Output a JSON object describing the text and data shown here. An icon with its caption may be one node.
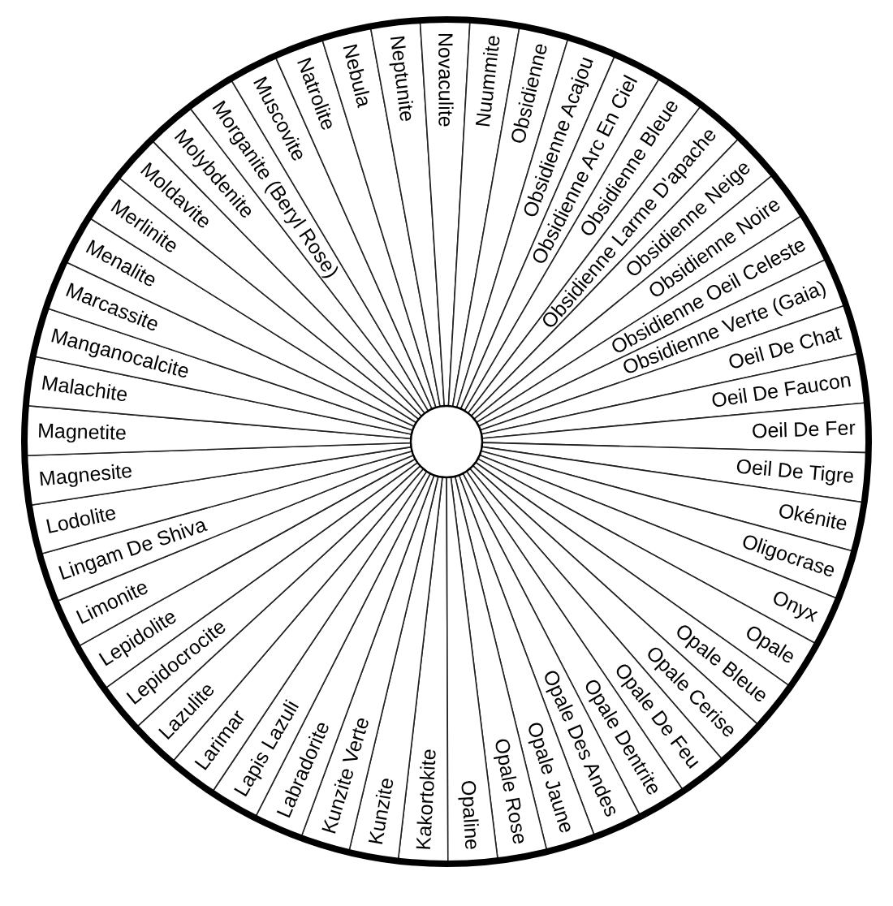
{
  "diagram": {
    "nodes": [
      {
        "text": [],
        "shape": "circle"
      },
      {
        "text": [
          "Kakortokite"
        ],
        "in": 0
      },
      {
        "text": [
          "Kunzite"
        ],
        "in": 0
      },
      {
        "text": [
          "Kunzite Verte"
        ],
        "in": 0
      },
      {
        "text": [
          "Labradorite"
        ],
        "in": 0
      },
      {
        "text": [
          "Lapis Lazuli"
        ],
        "in": 0
      },
      {
        "text": [
          "Larimar"
        ],
        "in": 0
      },
      {
        "text": [
          "Lazulite"
        ],
        "in": 0
      },
      {
        "text": [
          "Lepidocrocite"
        ],
        "in": 0
      },
      {
        "text": [
          "Lepidolite"
        ],
        "in": 0
      },
      {
        "text": [
          "Limonite"
        ],
        "in": 0
      },
      {
        "text": [
          "Lingam De Shiva"
        ],
        "in": 0
      },
      {
        "text": [
          "Lodolite"
        ],
        "in": 0
      },
      {
        "text": [
          "Magnesite"
        ],
        "in": 0
      },
      {
        "text": [
          "Magnetite"
        ],
        "in": 0
      },
      {
        "text": [
          "Malachite"
        ],
        "in": 0
      },
      {
        "text": [
          "Manganocalcite"
        ],
        "in": 0
      },
      {
        "text": [
          "Marcassite"
        ],
        "in": 0
      },
      {
        "text": [
          "Menalite"
        ],
        "in": 0
      },
      {
        "text": [
          "Merlinite"
        ],
        "in": 0
      },
      {
        "text": [
          "Moldavite"
        ],
        "in": 0
      },
      {
        "text": [
          "Molybdenite"
        ],
        "in": 0
      },
      {
        "text": [
          "Morganite (Beryl Rose)"
        ],
        "in": 0
      },
      {
        "text": [
          "Muscovite"
        ],
        "in": 0
      },
      {
        "text": [
          "Natrolite"
        ],
        "in": 0
      },
      {
        "text": [
          "Nebula"
        ],
        "in": 0
      },
      {
        "text": [
          "Neptunite"
        ],
        "in": 0
      },
      {
        "text": [
          "Novaculite"
        ],
        "in": 0
      },
      {
        "text": [
          "Nuummite"
        ],
        "in": 0
      },
      {
        "text": [
          "Obsidienne"
        ],
        "in": 0
      },
      {
        "text": [
          "Obsidienne Acajou"
        ],
        "in": 0
      },
      {
        "text": [
          "Obsidienne Arc En Ciel"
        ],
        "in": 0
      },
      {
        "text": [
          "Obsidienne Bleue"
        ],
        "in": 0
      },
      {
        "text": [
          "Obsidienne Larme D'apache"
        ],
        "in": 0
      },
      {
        "text": [
          "Obsidienne Neige"
        ],
        "in": 0
      },
      {
        "text": [
          "Obsidienne Noire"
        ],
        "in": 0
      },
      {
        "text": [
          "Obsidienne Oeil Celeste"
        ],
        "in": 0
      },
      {
        "text": [
          "Obsidienne Verte (Gaia)"
        ],
        "in": 0
      },
      {
        "text": [
          "Oeil De Chat"
        ],
        "in": 0
      },
      {
        "text": [
          "Oeil De Faucon"
        ],
        "in": 0
      },
      {
        "text": [
          "Oeil De Fer"
        ],
        "in": 0
      },
      {
        "text": [
          "Oeil De Tigre"
        ],
        "in": 0
      },
      {
        "text": [
          "Okénite"
        ],
        "in": 0
      },
      {
        "text": [
          "Oligocrase"
        ],
        "in": 0
      },
      {
        "text": [
          "Onyx"
        ],
        "in": 0
      },
      {
        "text": [
          "Opale"
        ],
        "in": 0
      },
      {
        "text": [
          "Opale Bleue"
        ],
        "in": 0
      },
      {
        "text": [
          "Opale Cerise"
        ],
        "in": 0
      },
      {
        "text": [
          "Opale De Feu"
        ],
        "in": 0
      },
      {
        "text": [
          "Opale Dentrite"
        ],
        "in": 0
      },
      {
        "text": [
          "Opale Des Andes"
        ],
        "in": 0
      },
      {
        "text": [
          "Opale Jaune"
        ],
        "in": 0
      },
      {
        "text": [
          "Opale Rose"
        ],
        "in": 0
      },
      {
        "text": [
          "Opaline"
        ],
        "in": 0
      },
      {
        "text": [],
        "shape": "circle",
        "in": 0
      }
    ]
  }
}
